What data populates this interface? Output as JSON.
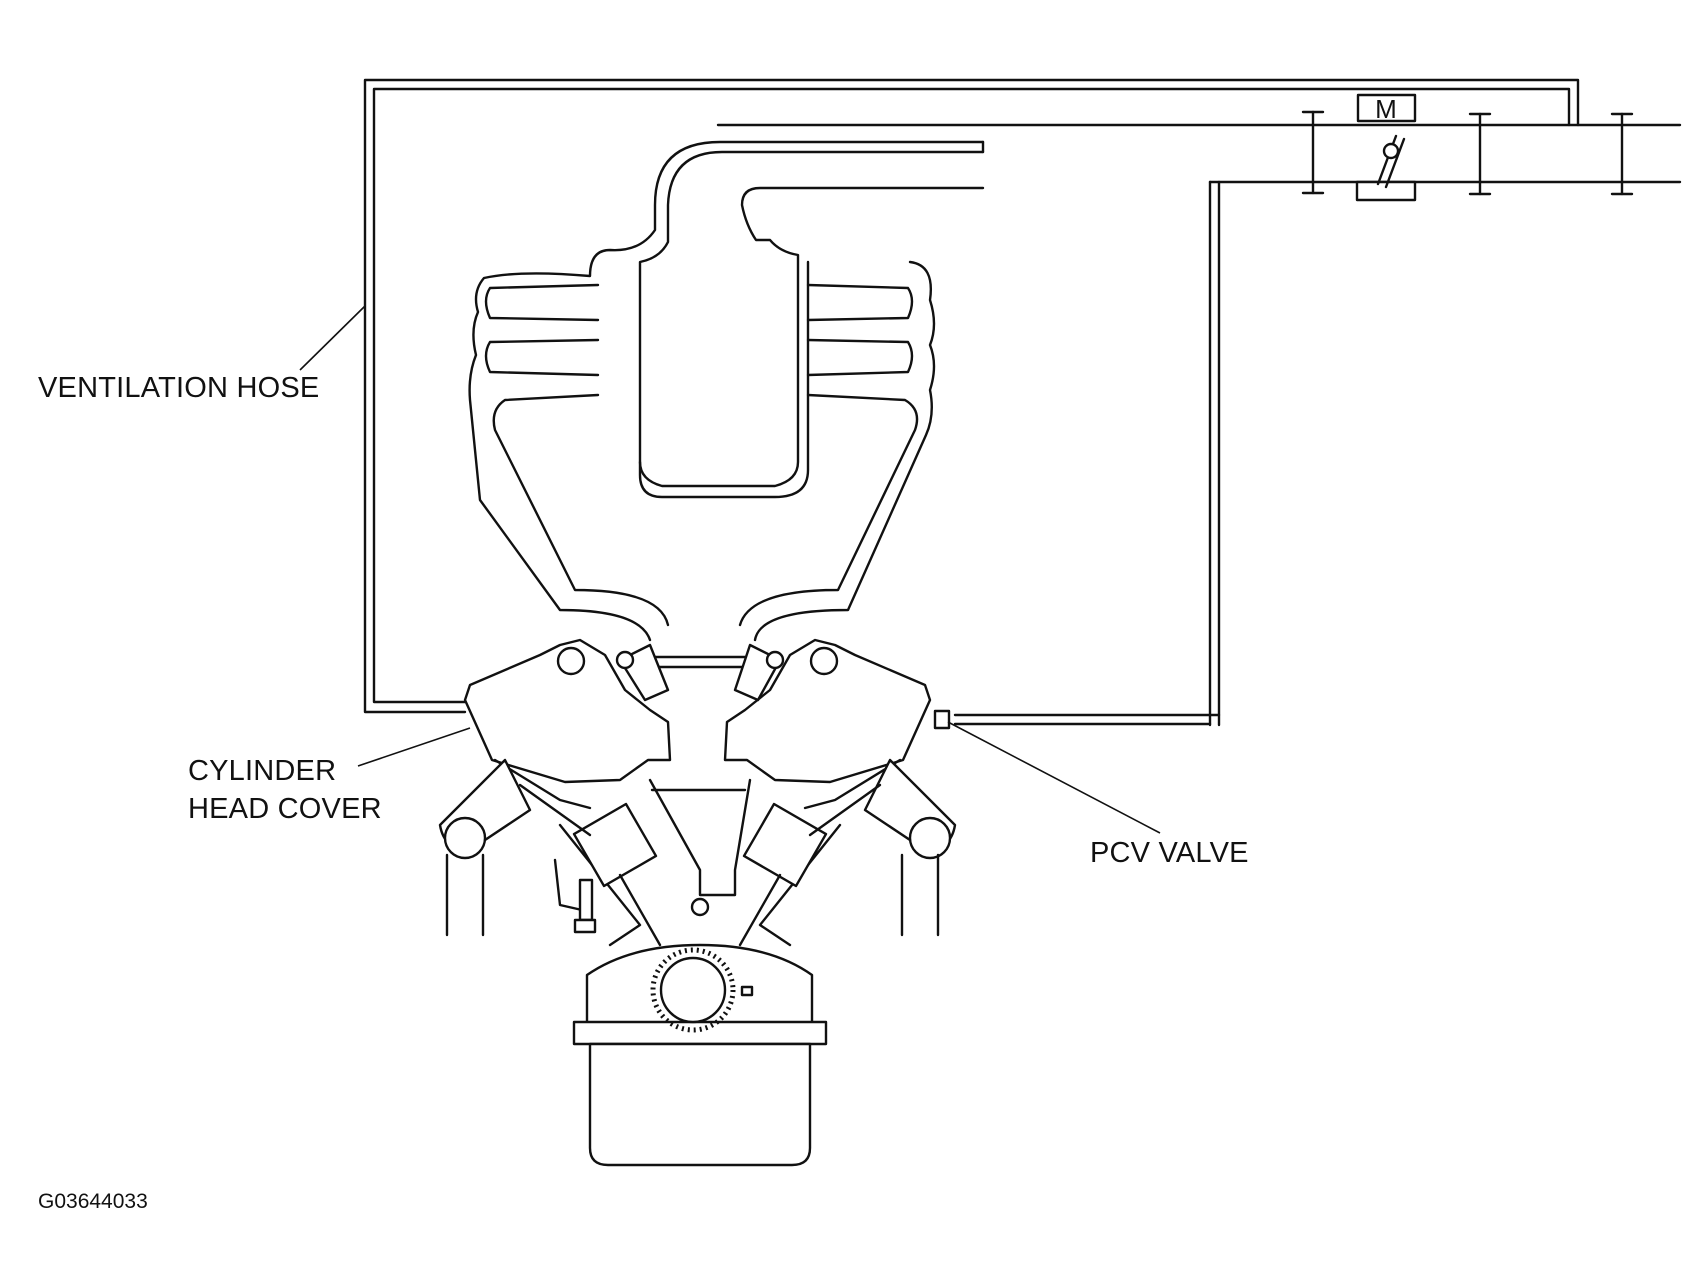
{
  "labels": {
    "ventilation_hose": "VENTILATION HOSE",
    "cylinder_head_cover_line1": "CYLINDER",
    "cylinder_head_cover_line2": "HEAD COVER",
    "pcv_valve": "PCV VALVE"
  },
  "motor_symbol": "M",
  "figure_id": "G03644033"
}
